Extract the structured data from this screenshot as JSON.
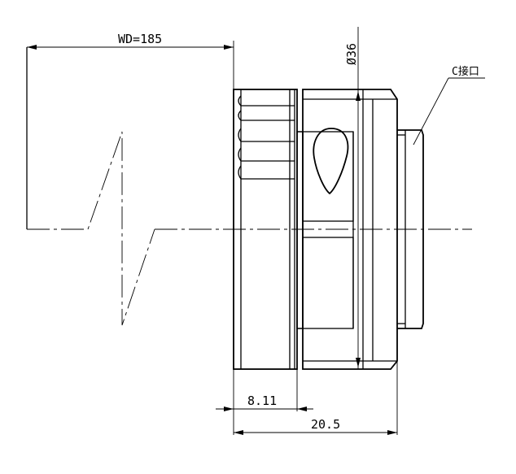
{
  "dimensions": {
    "working_distance": "WD=185",
    "diameter": "Ø36",
    "dim_small": "8.11",
    "dim_total": "20.5"
  },
  "annotations": {
    "mount_label": "C接口"
  }
}
